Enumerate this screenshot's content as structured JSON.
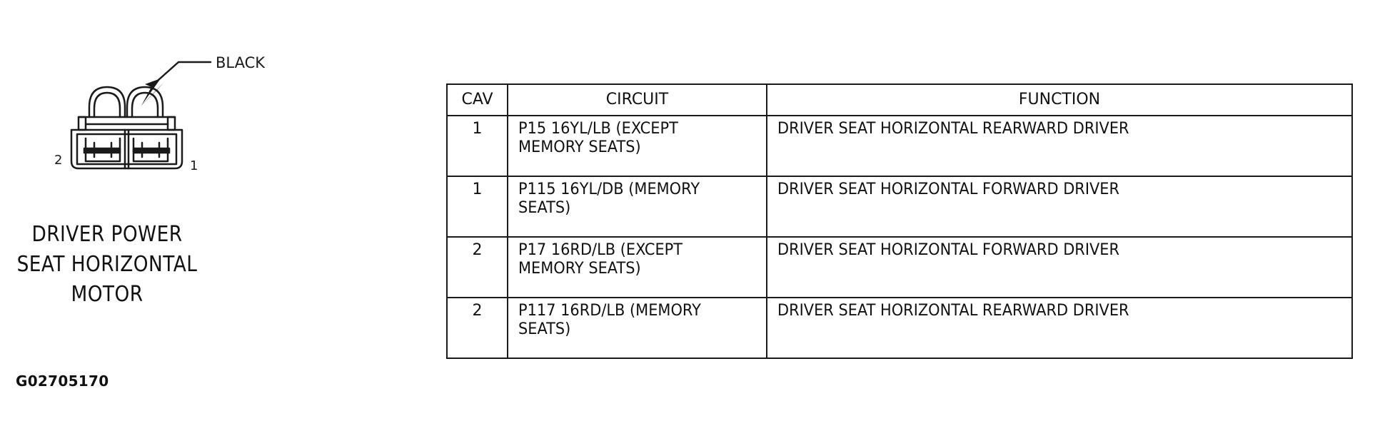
{
  "connector": {
    "callout_label": "BLACK",
    "pin_left_label": "2",
    "pin_right_label": "1",
    "component_name_lines": [
      "DRIVER POWER",
      "SEAT HORIZONTAL",
      "MOTOR"
    ],
    "line_color": "#1a1a1a"
  },
  "figure_id": "G02705170",
  "table": {
    "headers": {
      "cav": "CAV",
      "circuit": "CIRCUIT",
      "function": "FUNCTION"
    },
    "rows": [
      {
        "cav": "1",
        "circuit": "P15 16YL/LB (EXCEPT MEMORY SEATS)",
        "function": "DRIVER SEAT HORIZONTAL REARWARD DRIVER"
      },
      {
        "cav": "1",
        "circuit": "P115 16YL/DB (MEMORY SEATS)",
        "function": "DRIVER SEAT HORIZONTAL FORWARD DRIVER"
      },
      {
        "cav": "2",
        "circuit": "P17 16RD/LB (EXCEPT MEMORY SEATS)",
        "function": "DRIVER SEAT HORIZONTAL FORWARD DRIVER"
      },
      {
        "cav": "2",
        "circuit": "P117 16RD/LB (MEMORY SEATS)",
        "function": "DRIVER SEAT HORIZONTAL REARWARD DRIVER"
      }
    ]
  }
}
